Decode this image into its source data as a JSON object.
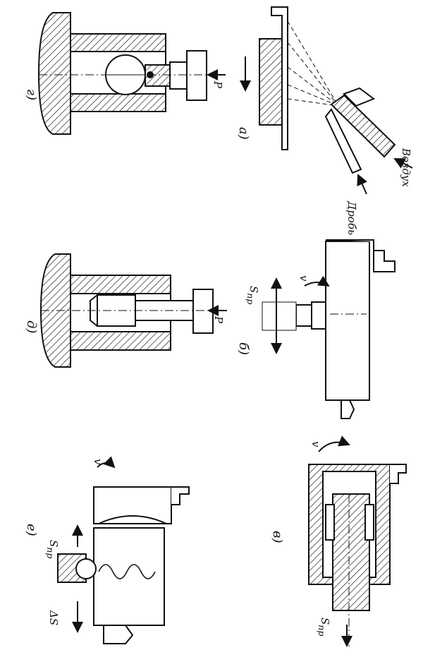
{
  "figure": {
    "panels": {
      "a": {
        "label": "а)",
        "text_shot": "Дробь",
        "text_air": "Воздух"
      },
      "b": {
        "label": "б)",
        "feed": "S",
        "feed_sub": "пр",
        "speed": "v"
      },
      "v": {
        "label": "в)",
        "feed": "S",
        "feed_sub": "пр",
        "speed": "v"
      },
      "g": {
        "label": "г)",
        "force": "P"
      },
      "d": {
        "label": "д)",
        "force": "P"
      },
      "e": {
        "label": "е)",
        "feed": "S",
        "feed_sub": "пр",
        "delta": "ΔS",
        "speed": "v"
      }
    }
  }
}
